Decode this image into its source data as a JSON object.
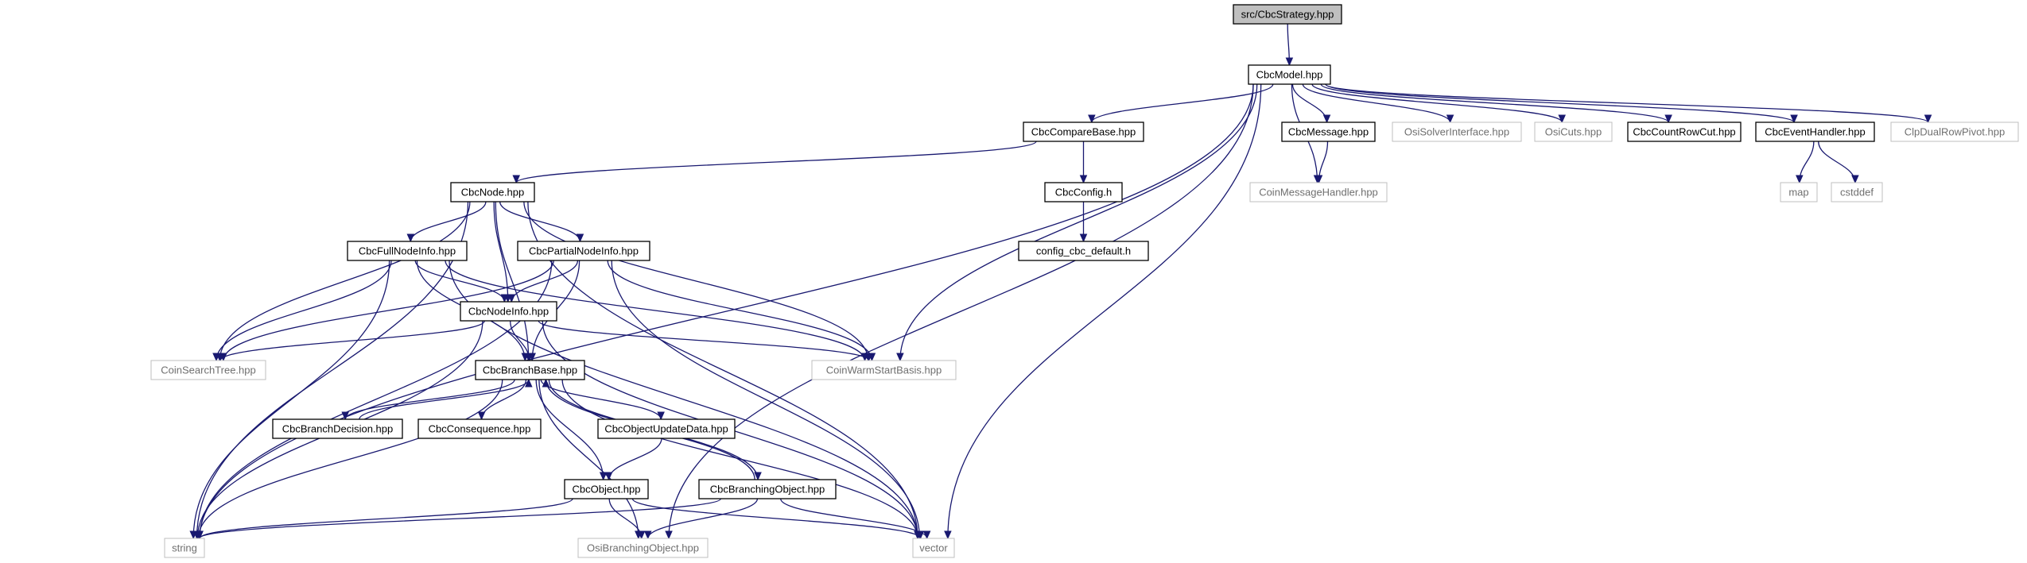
{
  "graph": {
    "edge_color": "#191970",
    "root_fill": "#bfbfbf",
    "nodes": [
      {
        "id": "root",
        "label": "src/CbcStrategy.hpp",
        "kind": "root"
      },
      {
        "id": "model",
        "label": "CbcModel.hpp",
        "kind": "doc"
      },
      {
        "id": "compare",
        "label": "CbcCompareBase.hpp",
        "kind": "doc"
      },
      {
        "id": "message",
        "label": "CbcMessage.hpp",
        "kind": "doc"
      },
      {
        "id": "osisolver",
        "label": "OsiSolverInterface.hpp",
        "kind": "ext"
      },
      {
        "id": "osicuts",
        "label": "OsiCuts.hpp",
        "kind": "ext"
      },
      {
        "id": "countrowcut",
        "label": "CbcCountRowCut.hpp",
        "kind": "doc"
      },
      {
        "id": "eventhandler",
        "label": "CbcEventHandler.hpp",
        "kind": "doc"
      },
      {
        "id": "clpdual",
        "label": "ClpDualRowPivot.hpp",
        "kind": "ext"
      },
      {
        "id": "node",
        "label": "CbcNode.hpp",
        "kind": "doc"
      },
      {
        "id": "config",
        "label": "CbcConfig.h",
        "kind": "doc"
      },
      {
        "id": "coinmsg",
        "label": "CoinMessageHandler.hpp",
        "kind": "ext"
      },
      {
        "id": "map",
        "label": "map",
        "kind": "ext"
      },
      {
        "id": "cstddef",
        "label": "cstddef",
        "kind": "ext"
      },
      {
        "id": "configdef",
        "label": "config_cbc_default.h",
        "kind": "doc"
      },
      {
        "id": "fullnode",
        "label": "CbcFullNodeInfo.hpp",
        "kind": "doc"
      },
      {
        "id": "partialnode",
        "label": "CbcPartialNodeInfo.hpp",
        "kind": "doc"
      },
      {
        "id": "nodeinfo",
        "label": "CbcNodeInfo.hpp",
        "kind": "doc"
      },
      {
        "id": "searchtree",
        "label": "CoinSearchTree.hpp",
        "kind": "ext"
      },
      {
        "id": "warmstart",
        "label": "CoinWarmStartBasis.hpp",
        "kind": "ext"
      },
      {
        "id": "branchbase",
        "label": "CbcBranchBase.hpp",
        "kind": "doc"
      },
      {
        "id": "branchdecision",
        "label": "CbcBranchDecision.hpp",
        "kind": "doc"
      },
      {
        "id": "consequence",
        "label": "CbcConsequence.hpp",
        "kind": "doc"
      },
      {
        "id": "objupdate",
        "label": "CbcObjectUpdateData.hpp",
        "kind": "doc"
      },
      {
        "id": "object",
        "label": "CbcObject.hpp",
        "kind": "doc"
      },
      {
        "id": "branchingobj",
        "label": "CbcBranchingObject.hpp",
        "kind": "doc"
      },
      {
        "id": "string",
        "label": "string",
        "kind": "ext"
      },
      {
        "id": "osibranching",
        "label": "OsiBranchingObject.hpp",
        "kind": "ext"
      },
      {
        "id": "vector",
        "label": "vector",
        "kind": "ext"
      }
    ],
    "edges": [
      [
        "root",
        "model"
      ],
      [
        "model",
        "compare"
      ],
      [
        "model",
        "message"
      ],
      [
        "model",
        "osisolver"
      ],
      [
        "model",
        "osicuts"
      ],
      [
        "model",
        "countrowcut"
      ],
      [
        "model",
        "eventhandler"
      ],
      [
        "model",
        "clpdual"
      ],
      [
        "model",
        "coinmsg"
      ],
      [
        "model",
        "warmstart"
      ],
      [
        "model",
        "string"
      ],
      [
        "model",
        "osibranching"
      ],
      [
        "model",
        "vector"
      ],
      [
        "compare",
        "node"
      ],
      [
        "compare",
        "config"
      ],
      [
        "config",
        "configdef"
      ],
      [
        "message",
        "coinmsg"
      ],
      [
        "eventhandler",
        "map"
      ],
      [
        "eventhandler",
        "cstddef"
      ],
      [
        "node",
        "fullnode"
      ],
      [
        "node",
        "partialnode"
      ],
      [
        "node",
        "nodeinfo"
      ],
      [
        "node",
        "searchtree"
      ],
      [
        "node",
        "warmstart"
      ],
      [
        "node",
        "branchbase"
      ],
      [
        "node",
        "string"
      ],
      [
        "node",
        "vector"
      ],
      [
        "fullnode",
        "nodeinfo"
      ],
      [
        "fullnode",
        "searchtree"
      ],
      [
        "fullnode",
        "warmstart"
      ],
      [
        "fullnode",
        "branchbase"
      ],
      [
        "fullnode",
        "string"
      ],
      [
        "fullnode",
        "vector"
      ],
      [
        "partialnode",
        "nodeinfo"
      ],
      [
        "partialnode",
        "searchtree"
      ],
      [
        "partialnode",
        "warmstart"
      ],
      [
        "partialnode",
        "branchbase"
      ],
      [
        "partialnode",
        "string"
      ],
      [
        "partialnode",
        "vector"
      ],
      [
        "nodeinfo",
        "searchtree"
      ],
      [
        "nodeinfo",
        "warmstart"
      ],
      [
        "nodeinfo",
        "branchbase"
      ],
      [
        "nodeinfo",
        "string"
      ],
      [
        "nodeinfo",
        "vector"
      ],
      [
        "branchbase",
        "branchdecision"
      ],
      [
        "branchdecision",
        "branchbase"
      ],
      [
        "branchbase",
        "consequence"
      ],
      [
        "branchbase",
        "objupdate"
      ],
      [
        "branchbase",
        "object"
      ],
      [
        "branchbase",
        "branchingobj"
      ],
      [
        "branchingobj",
        "branchbase"
      ],
      [
        "branchbase",
        "string"
      ],
      [
        "branchbase",
        "osibranching"
      ],
      [
        "branchbase",
        "vector"
      ],
      [
        "objupdate",
        "object"
      ],
      [
        "object",
        "string"
      ],
      [
        "object",
        "osibranching"
      ],
      [
        "object",
        "vector"
      ],
      [
        "branchingobj",
        "string"
      ],
      [
        "branchingobj",
        "osibranching"
      ],
      [
        "branchingobj",
        "vector"
      ]
    ]
  }
}
